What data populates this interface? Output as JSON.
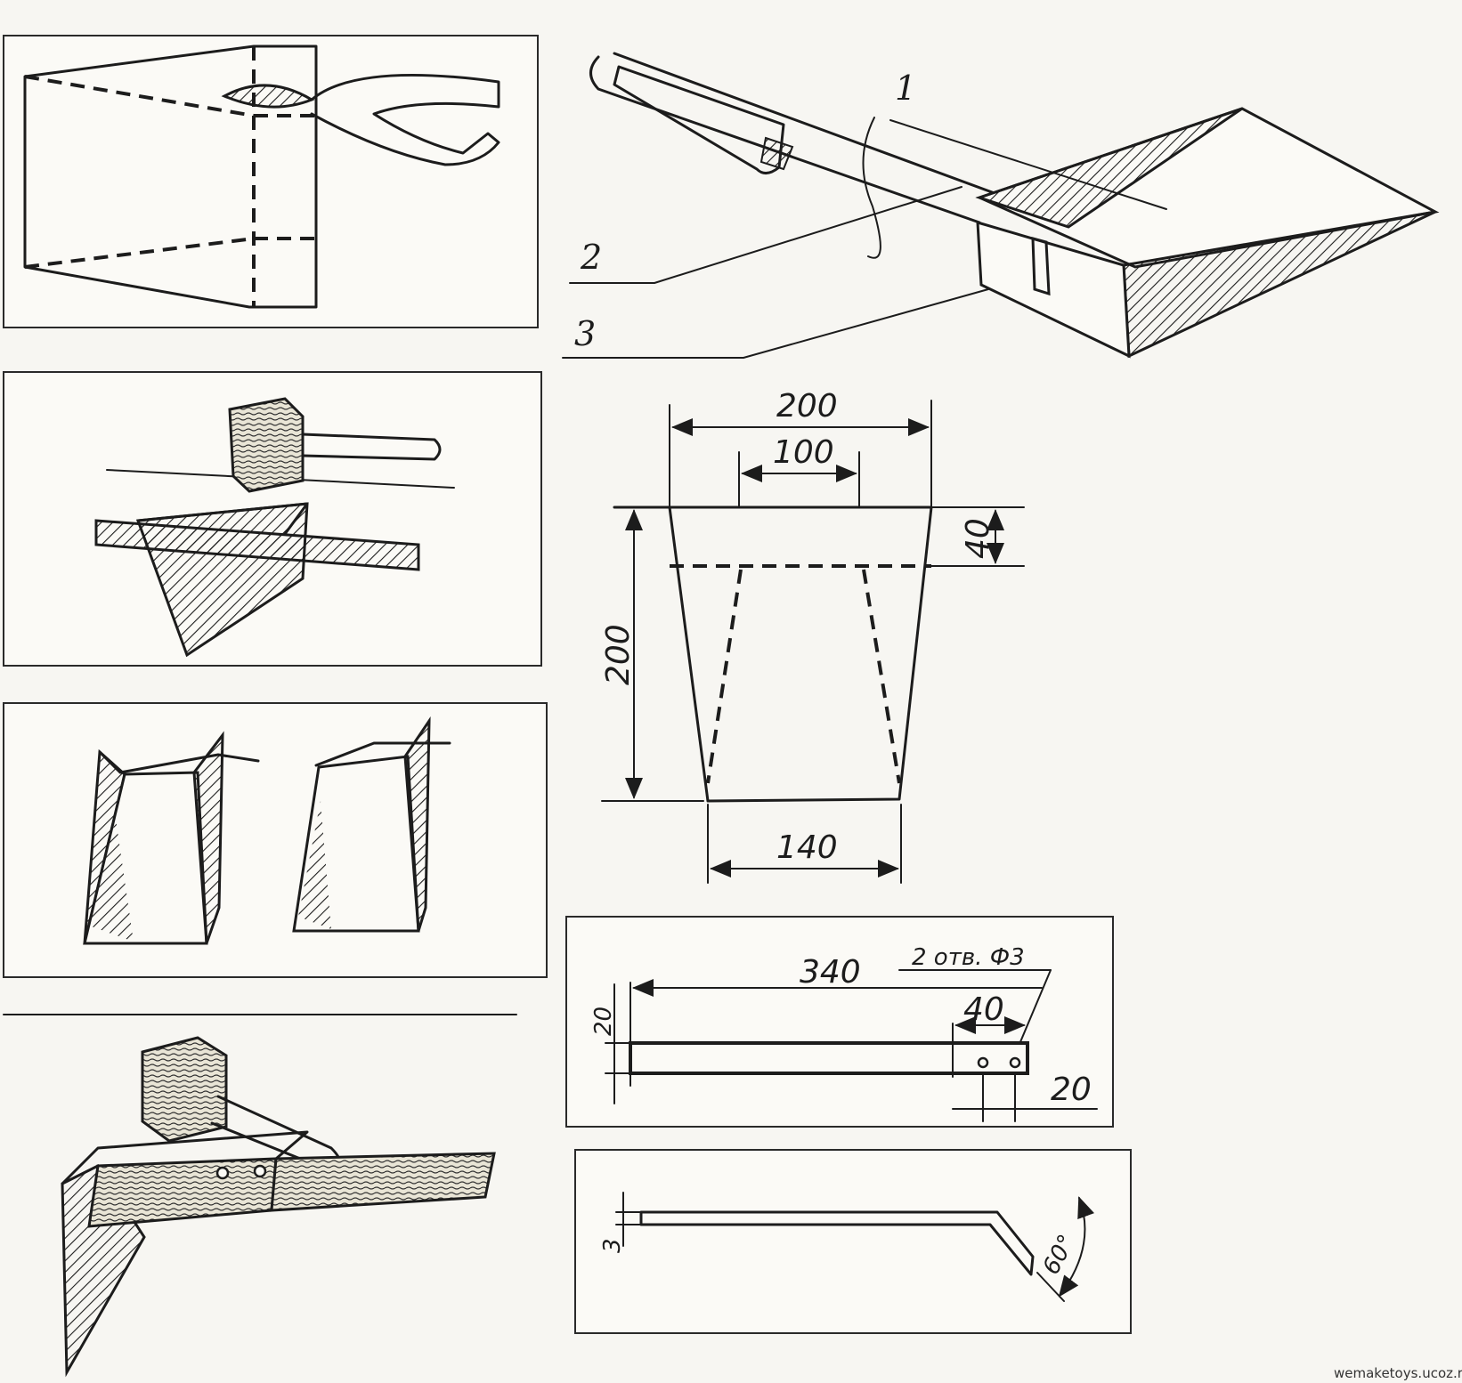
{
  "callouts": [
    "1",
    "2",
    "3"
  ],
  "cone_pattern": {
    "top_width": "200",
    "inner_width": "100",
    "strip_height": "40",
    "height": "200",
    "bottom_width": "140"
  },
  "handle_plan": {
    "length": "340",
    "holes_note": "2 отв. Ф3",
    "hole_offset": "40",
    "width": "20",
    "end_width": "20"
  },
  "handle_side": {
    "thickness": "3",
    "bend_angle": "60°"
  },
  "watermark": "wemaketoys.ucoz.ru"
}
